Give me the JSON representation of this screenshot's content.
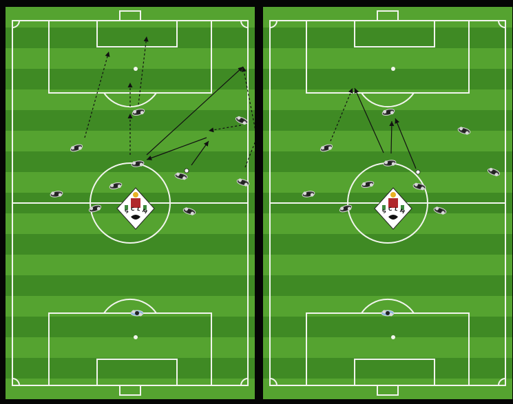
{
  "diagram": {
    "colors": {
      "grass_light": "#55a330",
      "grass_dark": "#3f8a24",
      "lines": "#f2f5ee",
      "arrow": "#111111",
      "player_dark": "#3a3a3a",
      "player_light": "#d8d8d8",
      "goalkeeper": "#8ab8e0",
      "background": "#050505"
    },
    "crest": {
      "letters": "SCLM",
      "colors": {
        "gold": "#e9b224",
        "red": "#b0282c",
        "green": "#3e8a3e",
        "black": "#111111"
      }
    },
    "panels": [
      {
        "id": "left",
        "description_icon": "tactics-board-left"
      },
      {
        "id": "right",
        "description_icon": "tactics-board-right"
      }
    ]
  }
}
